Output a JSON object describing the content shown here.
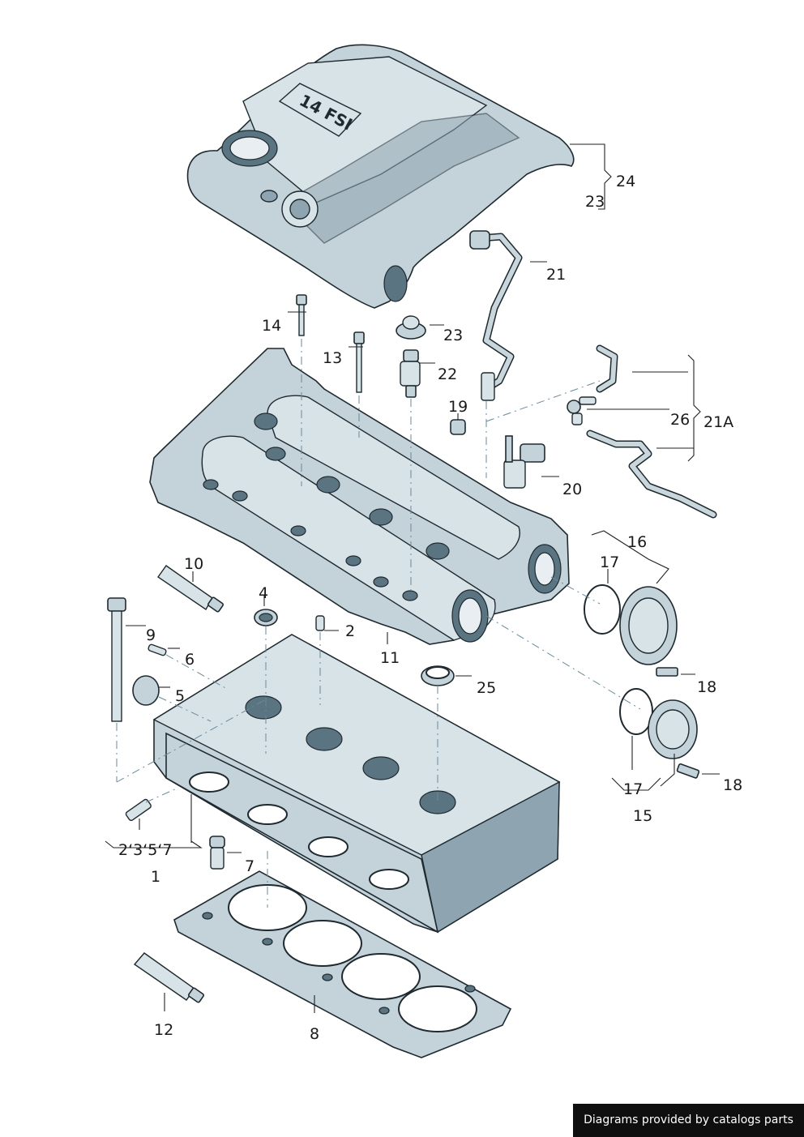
{
  "labels": {
    "l24": "24",
    "l23a": "23",
    "l21": "21",
    "l14": "14",
    "l23b": "23",
    "l13": "13",
    "l22": "22",
    "l19": "19",
    "l26": "26",
    "l21a": "21A",
    "l20": "20",
    "l16": "16",
    "l10": "10",
    "l17a": "17",
    "l4": "4",
    "l2": "2",
    "l9": "9",
    "l6": "6",
    "l11": "11",
    "l18a": "18",
    "l25": "25",
    "l5": "5",
    "l17b": "17",
    "l18b": "18",
    "l15": "15",
    "l2357": "2‘3‘5‘7",
    "l1": "1",
    "l7": "7",
    "l12": "12",
    "l8": "8"
  },
  "cover_badge": "14 FSI",
  "footer": "Diagrams provided by catalogs parts"
}
